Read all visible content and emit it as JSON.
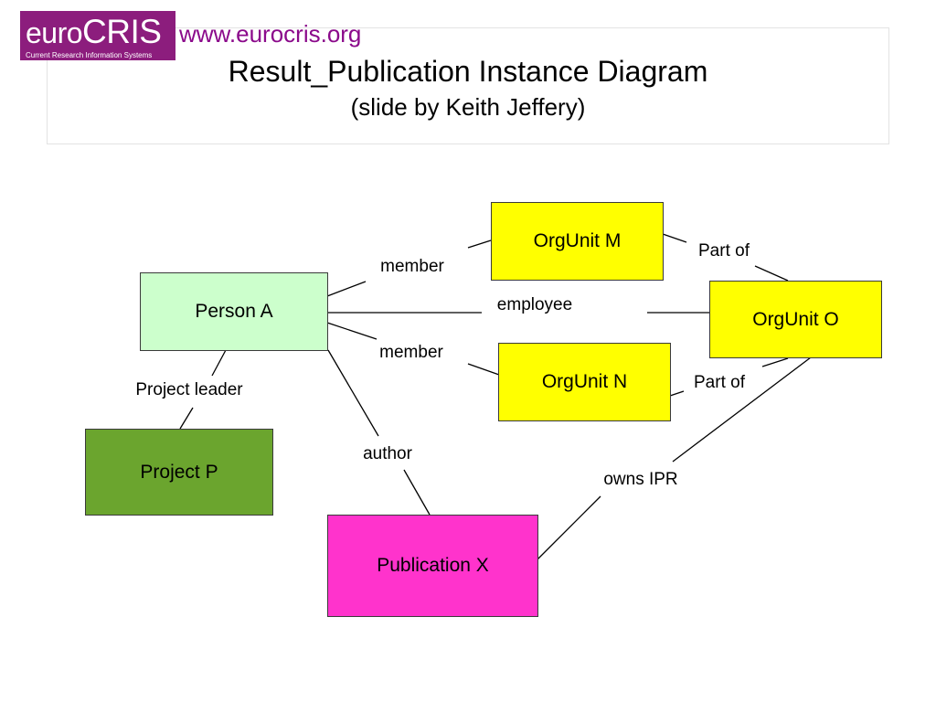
{
  "logo": {
    "euro": "euro",
    "cris": "CRIS",
    "tagline": "Current Research Information Systems"
  },
  "url": "www.eurocris.org",
  "title": "Result_Publication Instance Diagram",
  "subtitle": "(slide by Keith Jeffery)",
  "colors": {
    "brand": "#8C1D7D",
    "url": "#8B0A8B",
    "person": "#CCFFCC",
    "orgunit": "#FFFF00",
    "project": "#6BA52E",
    "publication": "#FF33CC"
  },
  "nodes": {
    "orgunit_m": "OrgUnit M",
    "person_a": "Person A",
    "orgunit_o": "OrgUnit O",
    "orgunit_n": "OrgUnit N",
    "project_p": "Project P",
    "publication_x": "Publication X"
  },
  "edges": {
    "member_m": "member",
    "employee": "employee",
    "member_n": "member",
    "project_leader": "Project leader",
    "author": "author",
    "part_of_m": "Part of",
    "part_of_n": "Part of",
    "owns_ipr": "owns IPR"
  }
}
